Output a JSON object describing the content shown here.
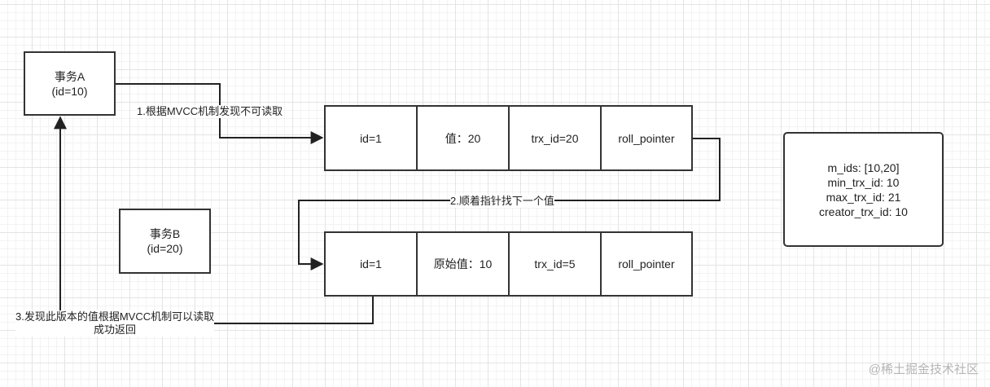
{
  "txA": {
    "name": "事务A",
    "id": "(id=10)"
  },
  "txB": {
    "name": "事务B",
    "id": "(id=20)"
  },
  "row1": {
    "cells": [
      "id=1",
      "值：20",
      "trx_id=20",
      "roll_pointer"
    ]
  },
  "row2": {
    "cells": [
      "id=1",
      "原始值：10",
      "trx_id=5",
      "roll_pointer"
    ]
  },
  "edge_labels": {
    "step1": "1.根据MVCC机制发现不可读取",
    "step2": "2.顺着指针找下一个值",
    "step3_line1": "3.发现此版本的值根据MVCC机制可以读取",
    "step3_line2": "成功返回"
  },
  "read_view": {
    "m_ids": "m_ids: [10,20]",
    "min_trx_id": "min_trx_id: 10",
    "max_trx_id": "max_trx_id: 21",
    "creator_trx_id": "creator_trx_id: 10"
  },
  "watermark": "@稀土掘金技术社区"
}
